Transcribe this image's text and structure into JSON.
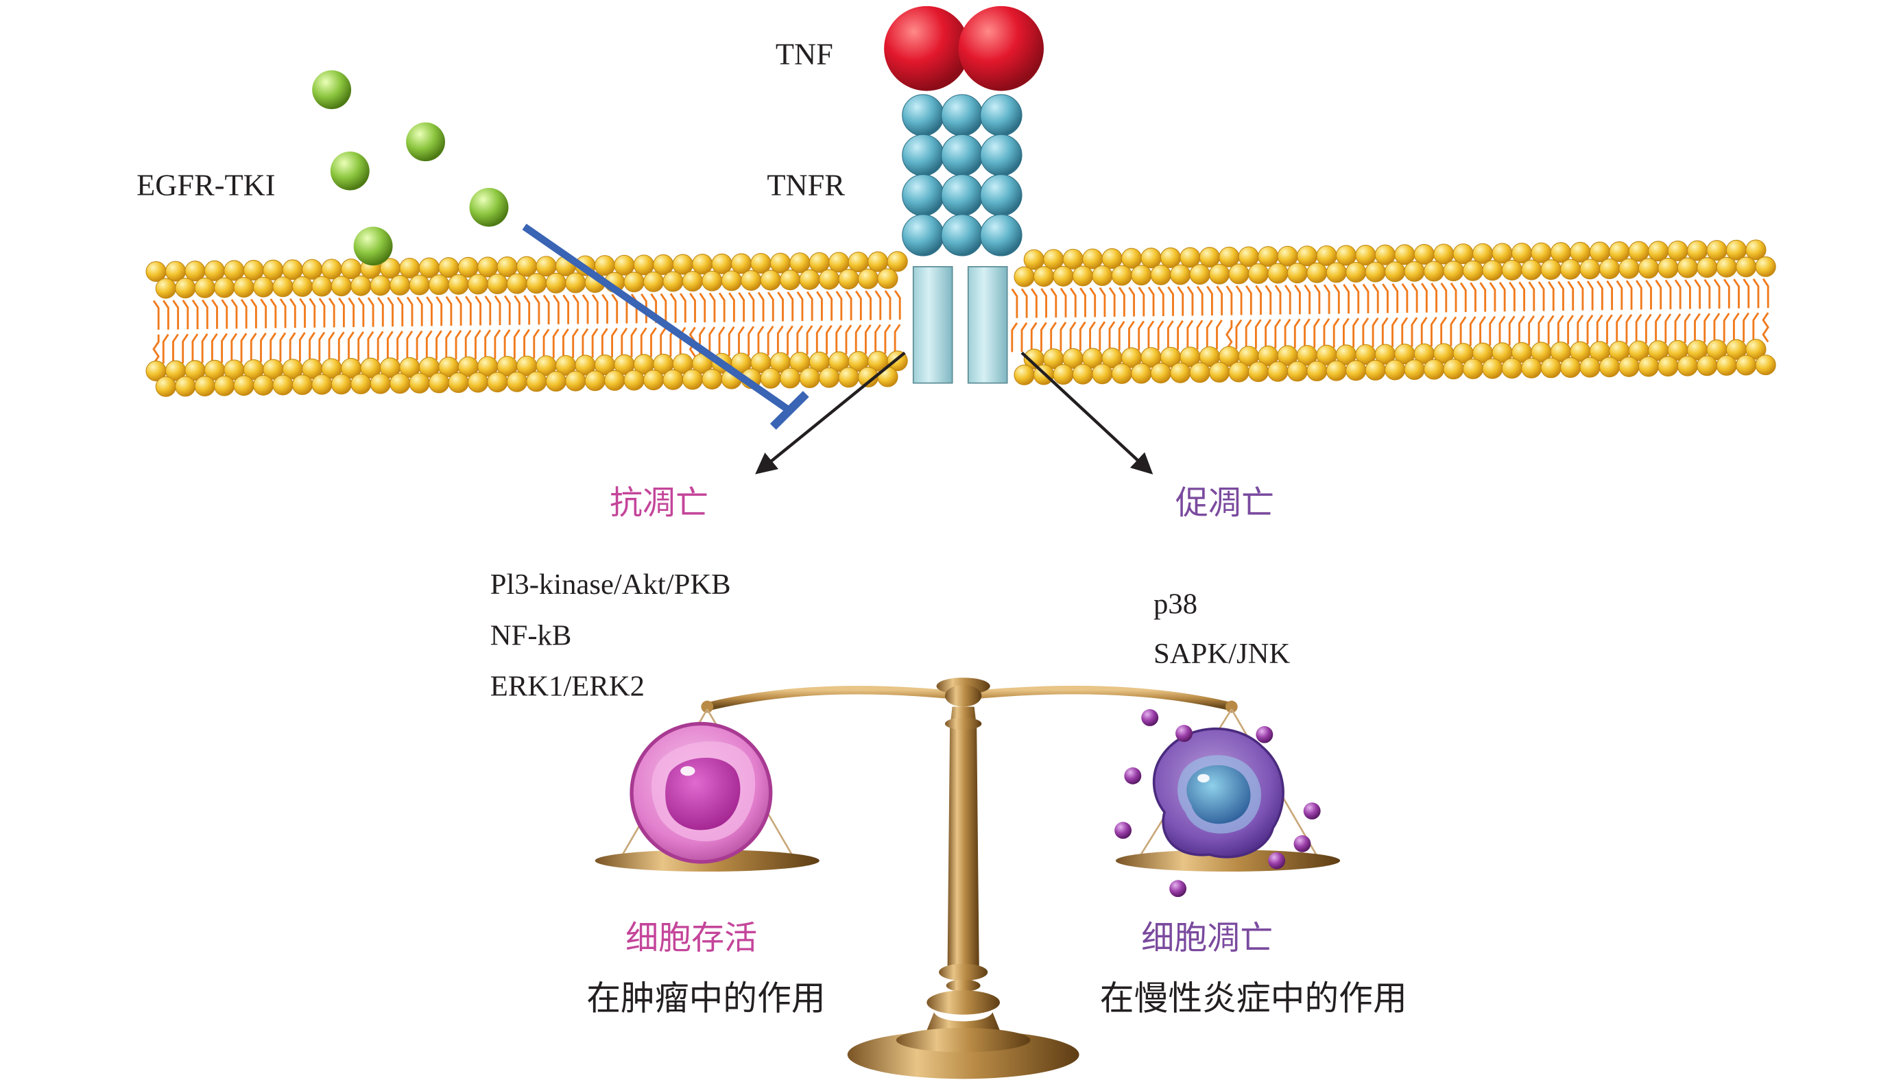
{
  "labels": {
    "tnf": "TNF",
    "tnfr": "TNFR",
    "egfr_tki": "EGFR-TKI",
    "anti_apoptosis": "抗凋亡",
    "pro_apoptosis": "促凋亡",
    "survival_pathways": [
      "Pl3-kinase/Akt/PKB",
      "NF-kB",
      "ERK1/ERK2"
    ],
    "apoptosis_pathways": [
      "p38",
      "SAPK/JNK"
    ],
    "cell_survival": "细胞存活",
    "tumor_role": "在肿瘤中的作用",
    "cell_apoptosis": "细胞凋亡",
    "inflammation_role": "在慢性炎症中的作用"
  },
  "colors": {
    "anti_apoptosis": "#c4459a",
    "pro_apoptosis": "#7a4a9e",
    "membrane_head": "#f2c12e",
    "membrane_tail": "#f07a1c",
    "tnf_ligand": "#e3182d",
    "tnfr_receptor": "#5fb3c9",
    "egfr_tki_drug": "#8cc63f",
    "inhibition_line": "#3a64b4",
    "balance_gold": "#b88a45"
  },
  "icons": [
    "inhibition-bar-icon",
    "arrow-icon",
    "balance-scale-icon",
    "cell-icon"
  ]
}
